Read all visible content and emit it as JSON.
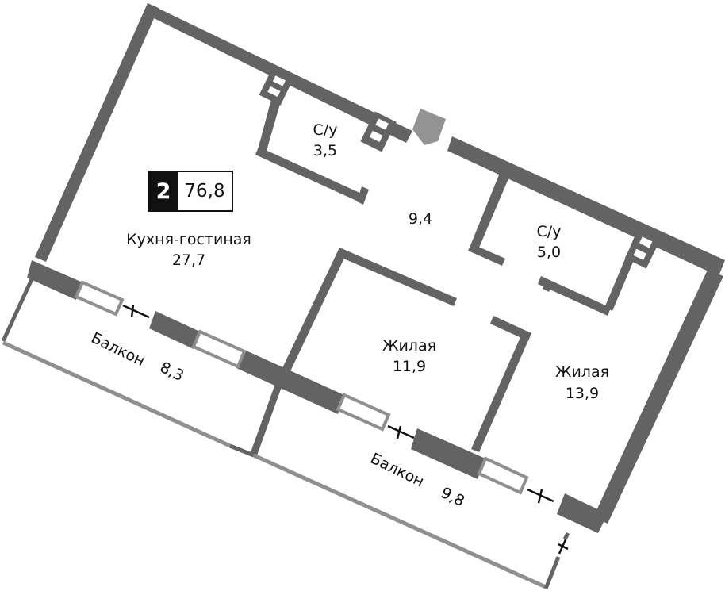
{
  "apartment": {
    "rooms_count": "2",
    "total_area": "76,8"
  },
  "rooms": [
    {
      "name": "Кухня-гостиная",
      "area": "27,7"
    },
    {
      "name": "С/у",
      "area": "3,5"
    },
    {
      "name": "",
      "area": "9,4"
    },
    {
      "name": "С/у",
      "area": "5,0"
    },
    {
      "name": "Жилая",
      "area": "11,9"
    },
    {
      "name": "Жилая",
      "area": "13,9"
    },
    {
      "name": "Балкон",
      "area": "8,3"
    },
    {
      "name": "Балкон",
      "area": "9,8"
    }
  ],
  "colors": {
    "wall": "#636363",
    "window_frame": "#8f8f8f",
    "entry_marker": "#939393",
    "text": "#111111"
  },
  "icons": {
    "entrance": "entrance-pentagon-icon",
    "balcony_door": "door-tick-icon"
  }
}
